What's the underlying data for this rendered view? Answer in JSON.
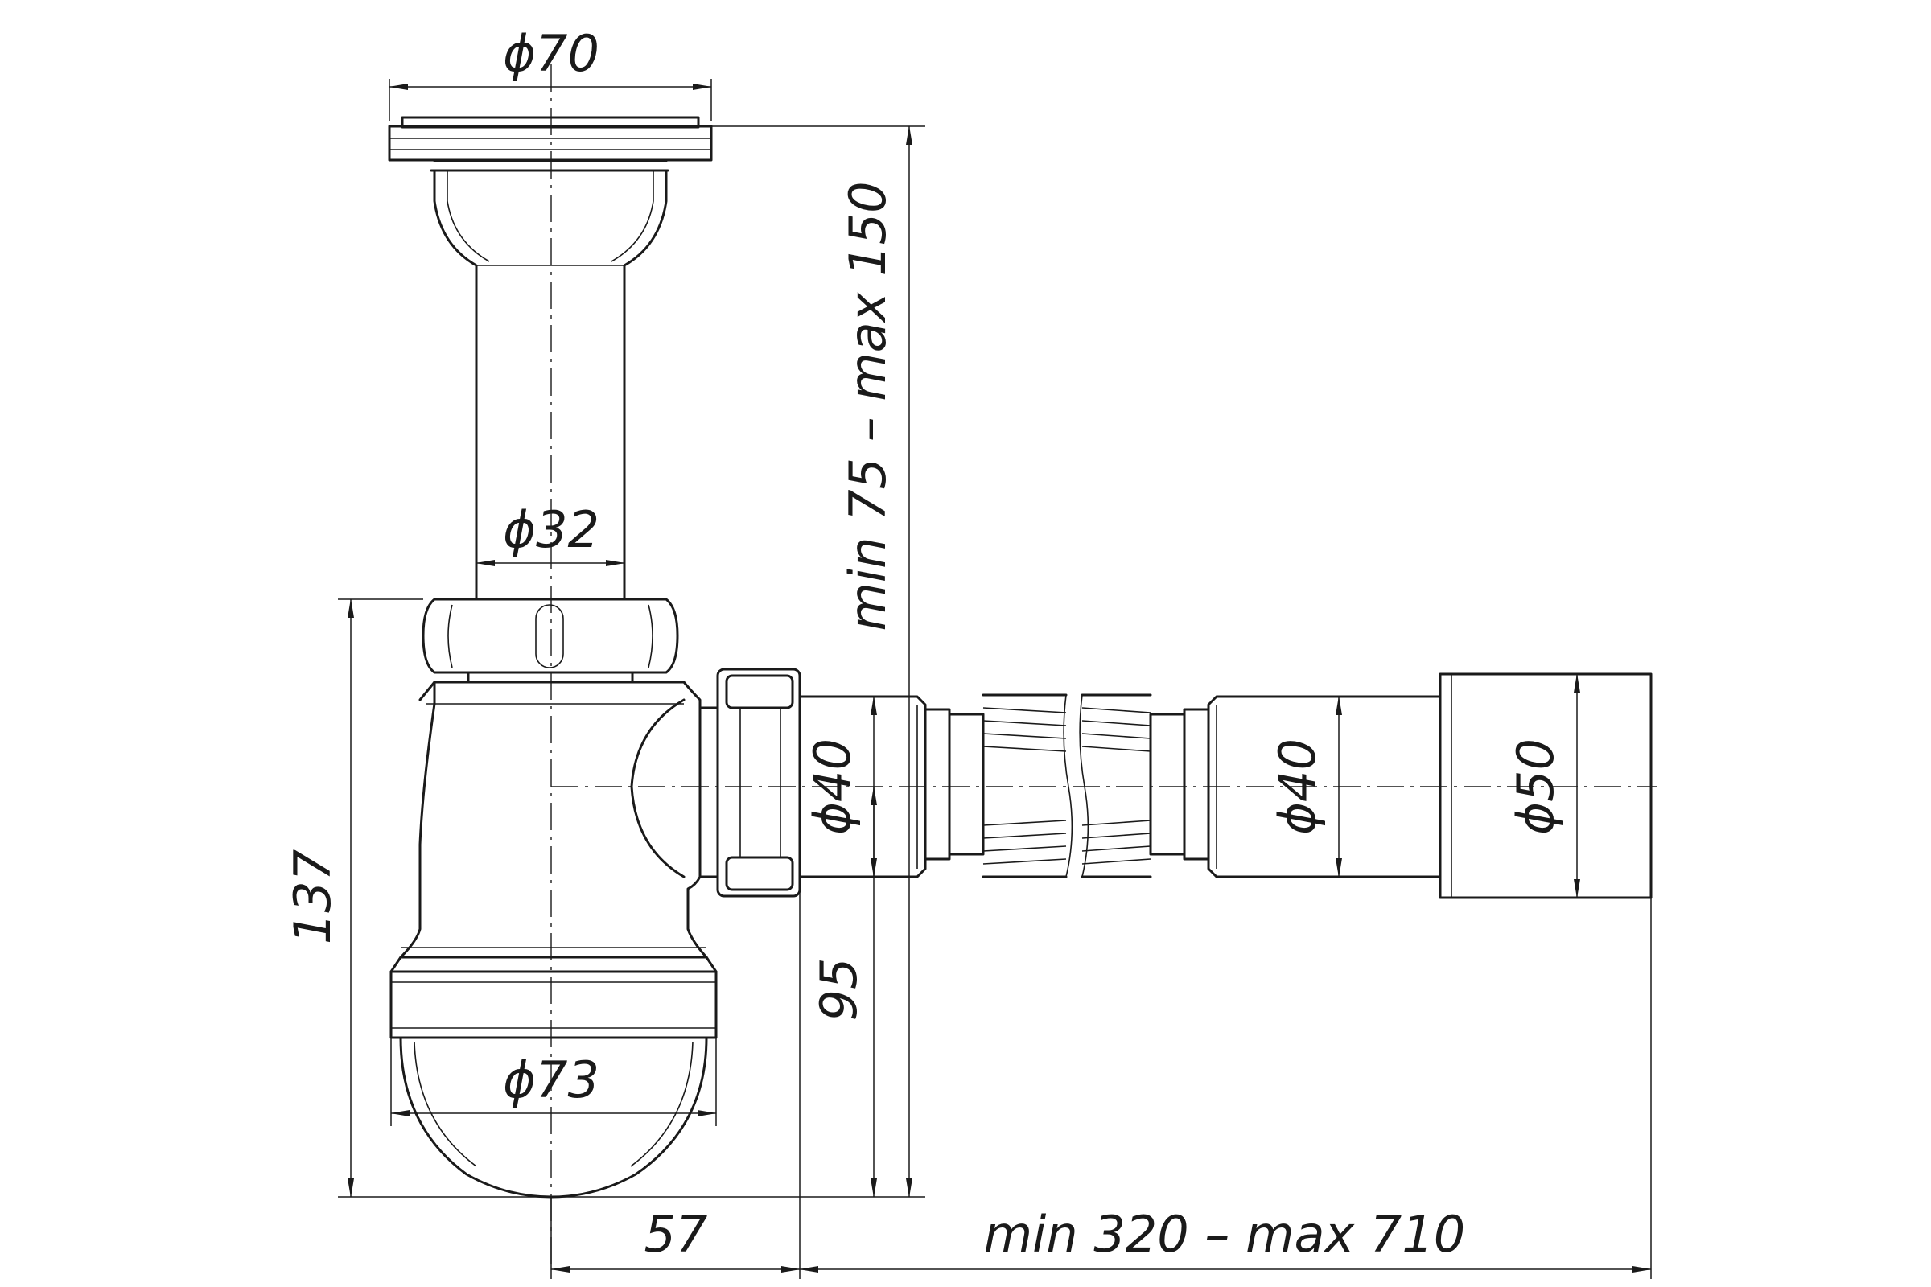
{
  "drawing": {
    "labels": {
      "flange_diameter": "ϕ70",
      "tube_diameter": "ϕ32",
      "bowl_diameter": "ϕ73",
      "outlet_diameter": "ϕ40",
      "hose_end_diameter": "ϕ40",
      "socket_diameter": "ϕ50",
      "vertical_length": "min 75 – max 150",
      "total_height": "137",
      "outlet_height": "95",
      "outlet_offset": "57",
      "hose_length": "min 320 – max 710"
    }
  }
}
